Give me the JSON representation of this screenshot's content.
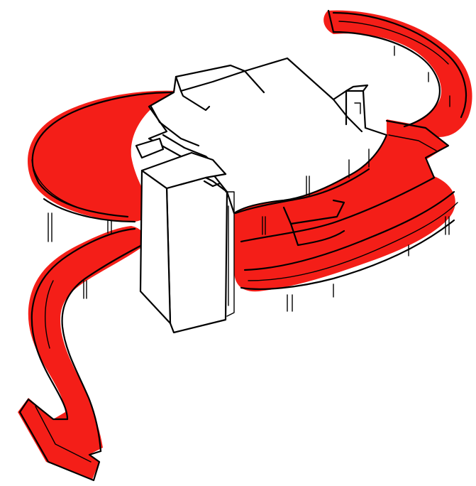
{
  "image": {
    "colors": {
      "background": "#ffffff",
      "marker_red": "#f41e18",
      "ink": "#000000",
      "building": "#ffffff"
    },
    "elements": [
      "red-circulation-path",
      "white-building-mass",
      "tower-block",
      "support-columns"
    ]
  }
}
